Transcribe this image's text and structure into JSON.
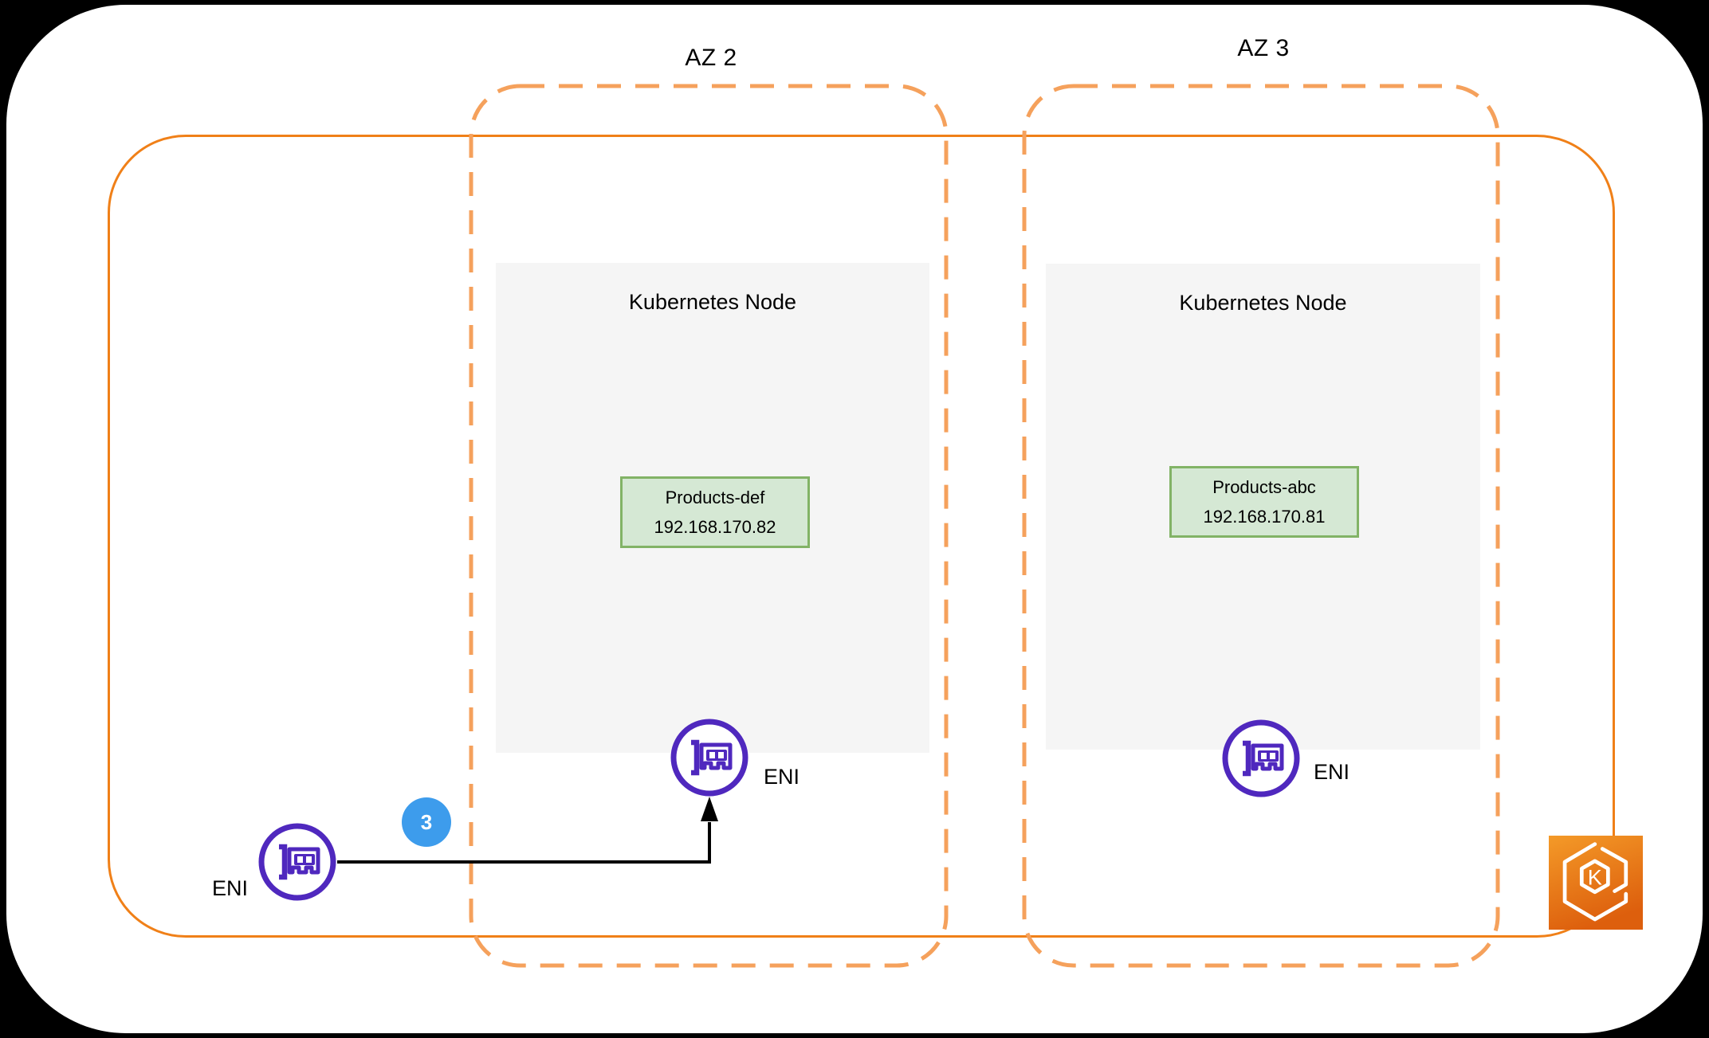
{
  "diagram": {
    "zones": [
      {
        "label": "AZ 2"
      },
      {
        "label": "AZ 3"
      }
    ],
    "nodes": [
      {
        "title": "Kubernetes Node",
        "pod": {
          "name": "Products-def",
          "ip": "192.168.170.82"
        },
        "eni_label": "ENI"
      },
      {
        "title": "Kubernetes Node",
        "pod": {
          "name": "Products-abc",
          "ip": "192.168.170.81"
        },
        "eni_label": "ENI"
      }
    ],
    "source_eni": {
      "label": "ENI"
    },
    "step_badge": {
      "value": "3"
    },
    "eks": {
      "letter": "K"
    }
  },
  "icons": {
    "eni": "network-interface-card-icon",
    "eks": "amazon-eks-hexagon-icon",
    "badge": "numbered-step-badge"
  },
  "colors": {
    "background": "#000000",
    "canvas": "#FFFFFF",
    "vpc_border": "#F08018",
    "az_dashed_border": "#F5A15C",
    "node_fill": "#F5F5F5",
    "pod_fill": "#D5E8D4",
    "pod_border": "#82B366",
    "eni_purple": "#4F28BE",
    "badge_blue": "#3D9CEC",
    "arrow": "#000000",
    "eks_gradient_top": "#F49A28",
    "eks_gradient_bottom": "#DD5F0D"
  }
}
